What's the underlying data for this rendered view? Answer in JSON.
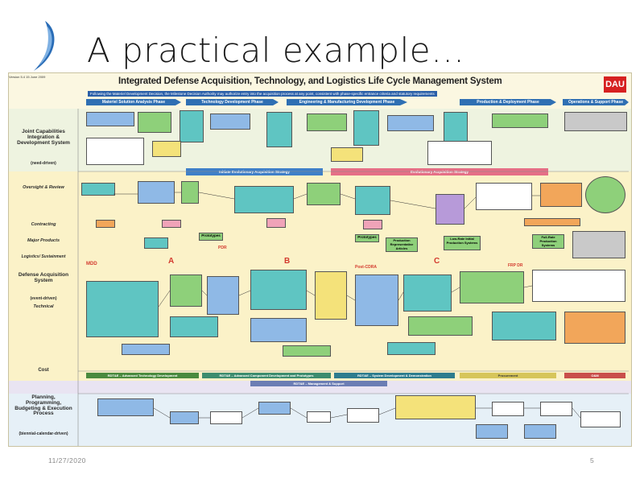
{
  "slide": {
    "title": "A practical example…",
    "date": "11/27/2020",
    "page_number": "5"
  },
  "chart": {
    "version": "Version 5.4 15 June 2009",
    "header": "Integrated Defense Acquisition, Technology, and Logistics Life Cycle Management System",
    "subheader": "Following the Materiel Development Decision, the Milestone Decision Authority may authorize entry into the acquisition process at any point, consistent with phase-specific entrance criteria and statutory requirements",
    "dau_logo": "DAU",
    "phases": [
      "Materiel Solution Analysis Phase",
      "Technology Development Phase",
      "Engineering & Manufacturing Development Phase",
      "Production & Deployment Phase",
      "Operations & Support Phase"
    ],
    "lanes": {
      "jcids": "Joint Capabilities Integration & Development System",
      "jcids_sub": "(need-driven)",
      "oversight": "Oversight & Review",
      "contracting": "Contracting",
      "major_products": "Major Products",
      "logistics": "Logistics/ Sustainment",
      "das": "Defense Acquisition System",
      "das_sub": "(event-driven)",
      "technical": "Technical",
      "cost": "Cost",
      "ppbe": "Planning, Programming, Budgeting & Execution Process",
      "ppbe_sub": "(biennial-calendar-driven)"
    },
    "strips": {
      "evolutionary_left": "Initiate Evolutionary Acquisition Strategy",
      "evolutionary_right": "Evolutionary Acquisition Strategy",
      "rdte1": "RDT&E – Advanced Technology Development",
      "rdte2": "RDT&E – Advanced Component Development and Prototypes",
      "rdte3": "RDT&E – System Development & Demonstration",
      "rdte4": "RDT&E – Management & Support",
      "procurement": "Procurement",
      "om": "O&M"
    },
    "milestones": {
      "mdd": "MDD",
      "a": "A",
      "b": "B",
      "c": "C",
      "pdr": "PDR",
      "cdr": "Post-CDRA",
      "frp": "FRP DR"
    },
    "boxes": {
      "prototypes1": "Prototypes",
      "prototypes2": "Prototypes",
      "production": "Production Representative Articles",
      "lrip": "Low-Rate Initial Production Systems",
      "full_rate": "Full-Rate Production Systems"
    }
  }
}
